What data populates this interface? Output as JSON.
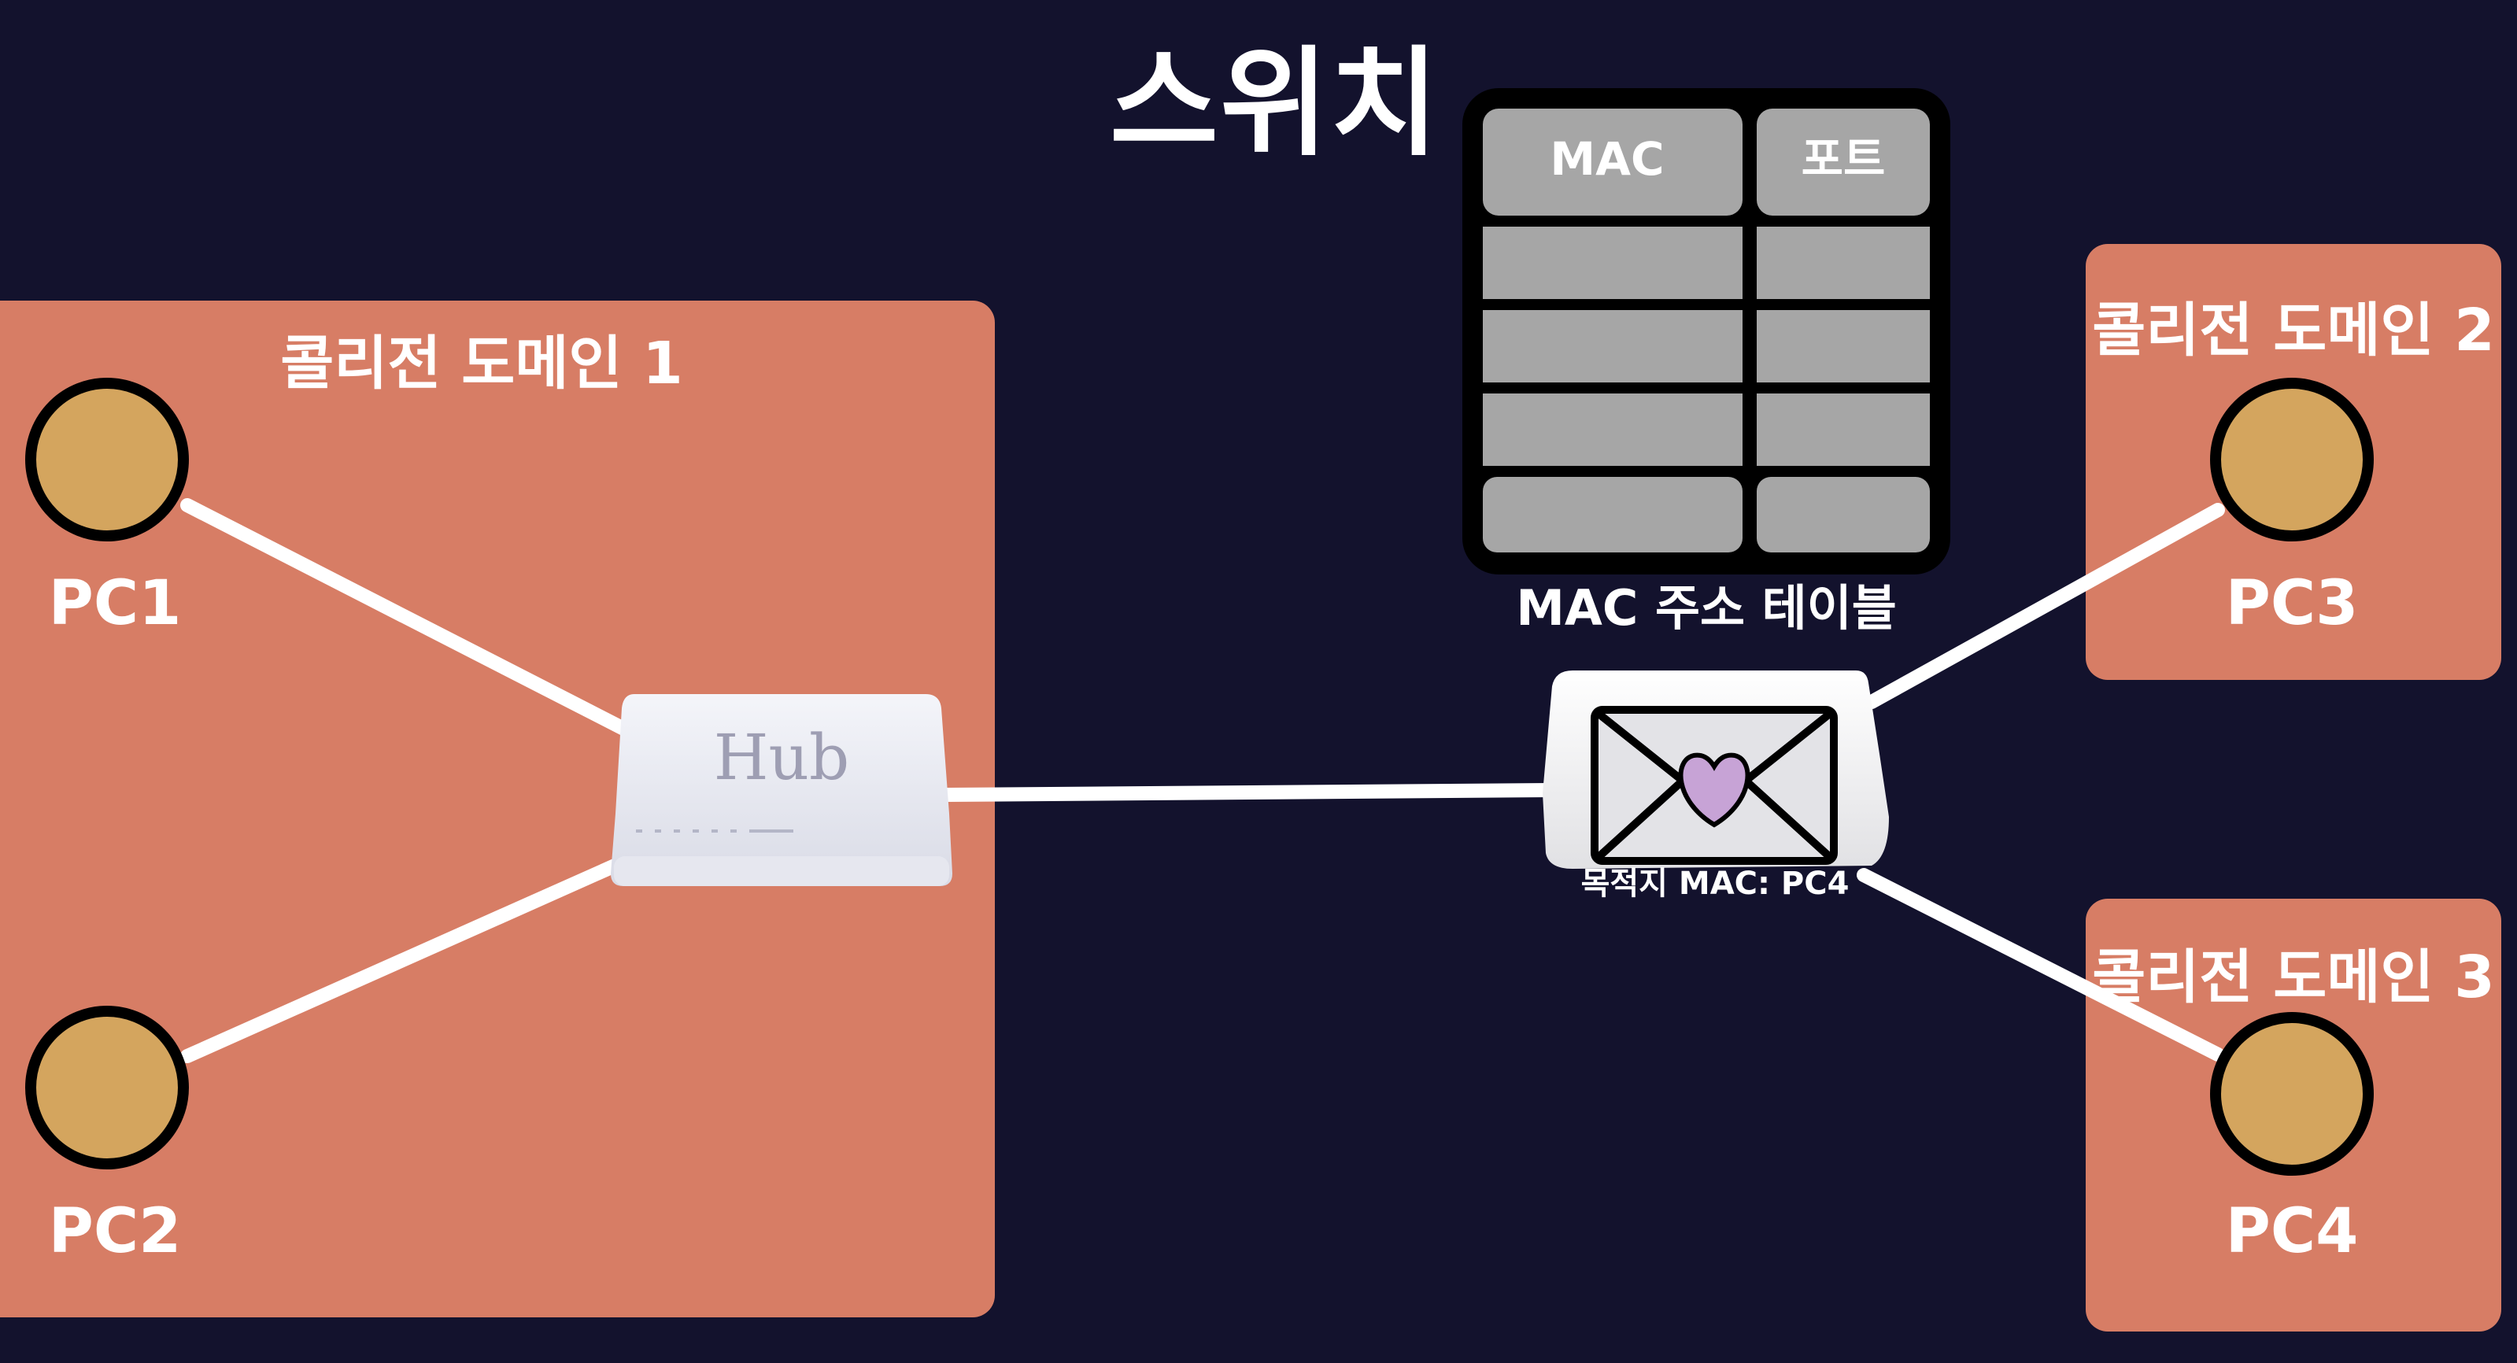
{
  "title": "스위치",
  "domains": [
    {
      "label": "콜리전 도메인 1"
    },
    {
      "label": "콜리전 도메인 2"
    },
    {
      "label": "콜리전 도메인 3"
    }
  ],
  "pcs": [
    {
      "label": "PC1"
    },
    {
      "label": "PC2"
    },
    {
      "label": "PC3"
    },
    {
      "label": "PC4"
    }
  ],
  "hub": {
    "label": "Hub"
  },
  "mac_table": {
    "headers": [
      "MAC",
      "포트"
    ],
    "label": "MAC 주소 테이블"
  },
  "switch": {
    "destination_label": "목적지 MAC: PC4"
  },
  "colors": {
    "background": "#13122d",
    "domain": "#d77d65",
    "pc": "#d4a55e",
    "envelope_heart": "#c7a3d6",
    "table_cell": "#a6a6a6"
  }
}
